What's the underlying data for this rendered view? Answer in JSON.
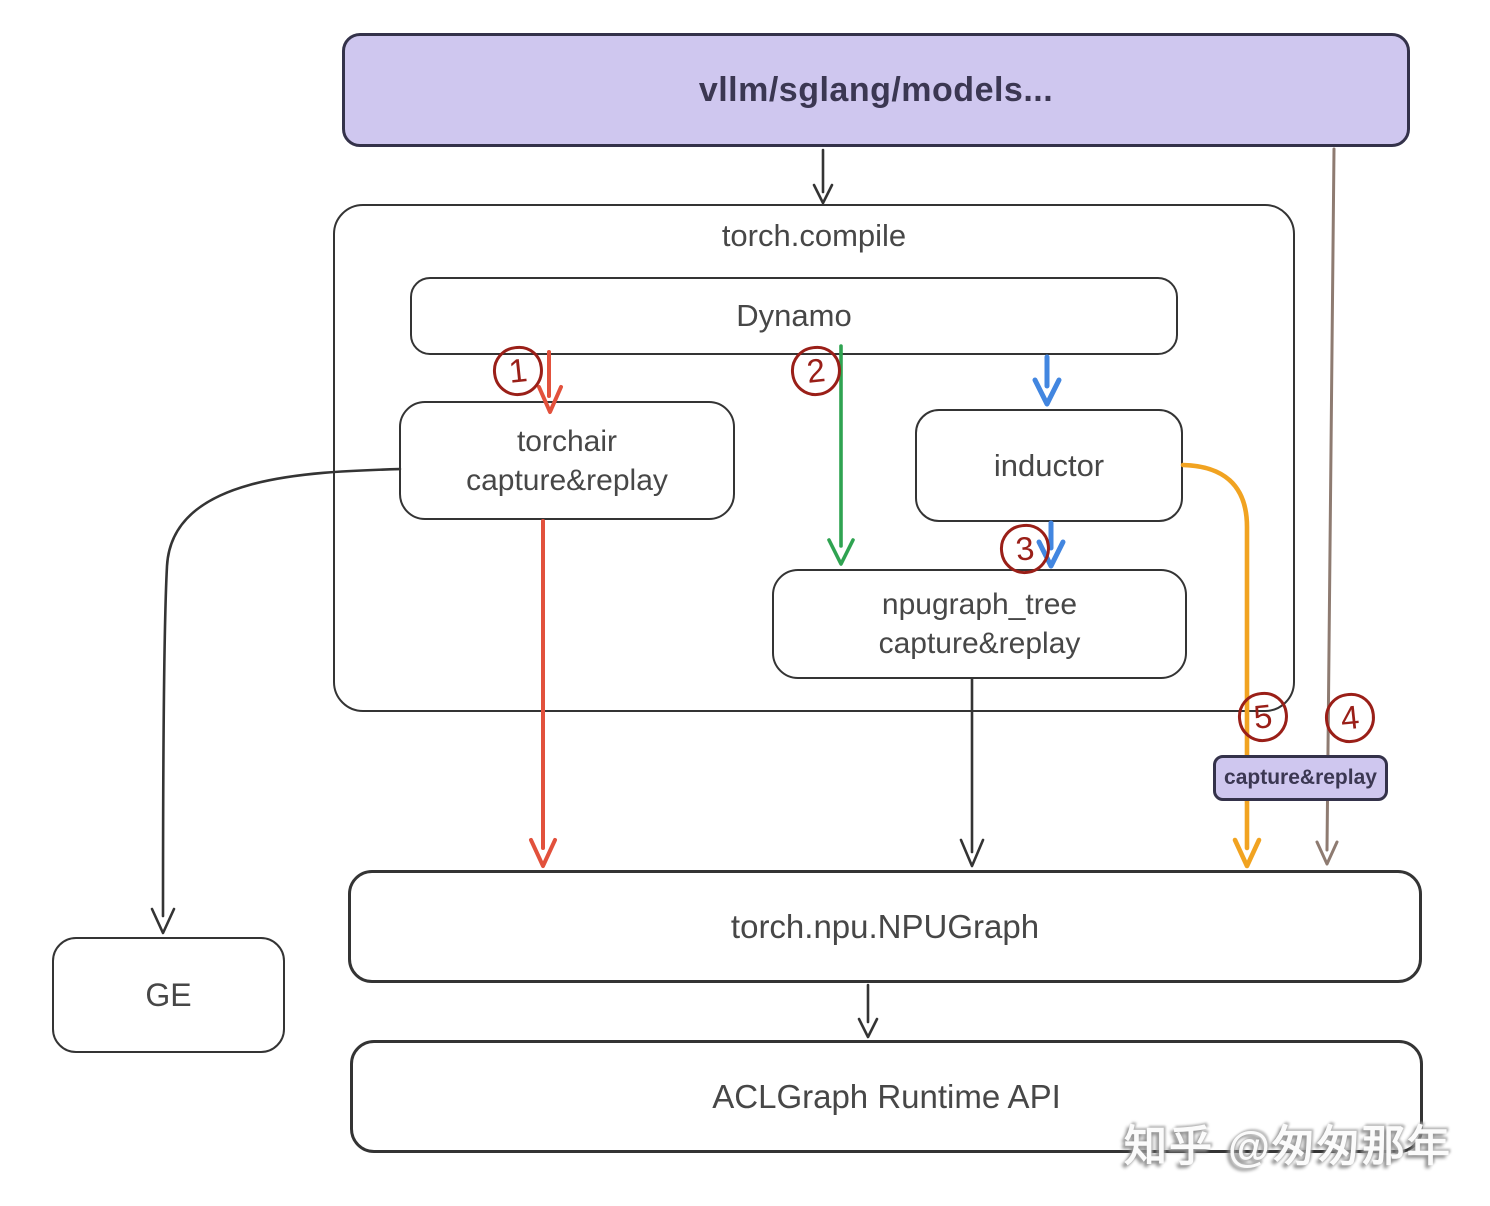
{
  "colors": {
    "lavender": "#cfc7ef",
    "lavborder": "#34324a",
    "ink": "#343434",
    "text": "#474747",
    "purpletext": "#3b3752",
    "red": "#e2513c",
    "green": "#2fa351",
    "blue": "#4286e0",
    "orange": "#f1a321",
    "brown": "#8e7b71",
    "darkred": "#9a1f18"
  },
  "nodes": {
    "models": {
      "label": "vllm/sglang/models..."
    },
    "torch_compile": {
      "label": "torch.compile"
    },
    "dynamo": {
      "label": "Dynamo"
    },
    "torchair": {
      "line1": "torchair",
      "line2": "capture&replay"
    },
    "inductor": {
      "label": "inductor"
    },
    "npugraph_tree": {
      "line1": "npugraph_tree",
      "line2": "capture&replay"
    },
    "capture_replay": {
      "label": "capture&replay"
    },
    "npugraph": {
      "label": "torch.npu.NPUGraph"
    },
    "aclgraph": {
      "label": "ACLGraph Runtime API"
    },
    "ge": {
      "label": "GE"
    }
  },
  "steps": {
    "s1": "1",
    "s2": "2",
    "s3": "3",
    "s4": "4",
    "s5": "5"
  },
  "edges": [
    {
      "from": "models",
      "to": "torch_compile",
      "color": "black"
    },
    {
      "from": "dynamo",
      "to": "torchair",
      "step": "1",
      "color": "red"
    },
    {
      "from": "dynamo",
      "to": "npugraph_tree",
      "step": "2",
      "color": "green"
    },
    {
      "from": "dynamo",
      "to": "inductor",
      "color": "blue"
    },
    {
      "from": "inductor",
      "to": "npugraph_tree",
      "step": "3",
      "color": "blue"
    },
    {
      "from": "models",
      "to": "npugraph",
      "step": "4",
      "color": "brown",
      "via": "capture_replay"
    },
    {
      "from": "inductor",
      "to": "npugraph",
      "step": "5",
      "color": "orange",
      "via": "capture_replay"
    },
    {
      "from": "torchair",
      "to": "npugraph",
      "color": "red"
    },
    {
      "from": "npugraph_tree",
      "to": "npugraph",
      "color": "black"
    },
    {
      "from": "torchair",
      "to": "ge",
      "color": "black"
    },
    {
      "from": "npugraph",
      "to": "aclgraph",
      "color": "black"
    }
  ],
  "watermark": "知乎 @匆匆那年"
}
